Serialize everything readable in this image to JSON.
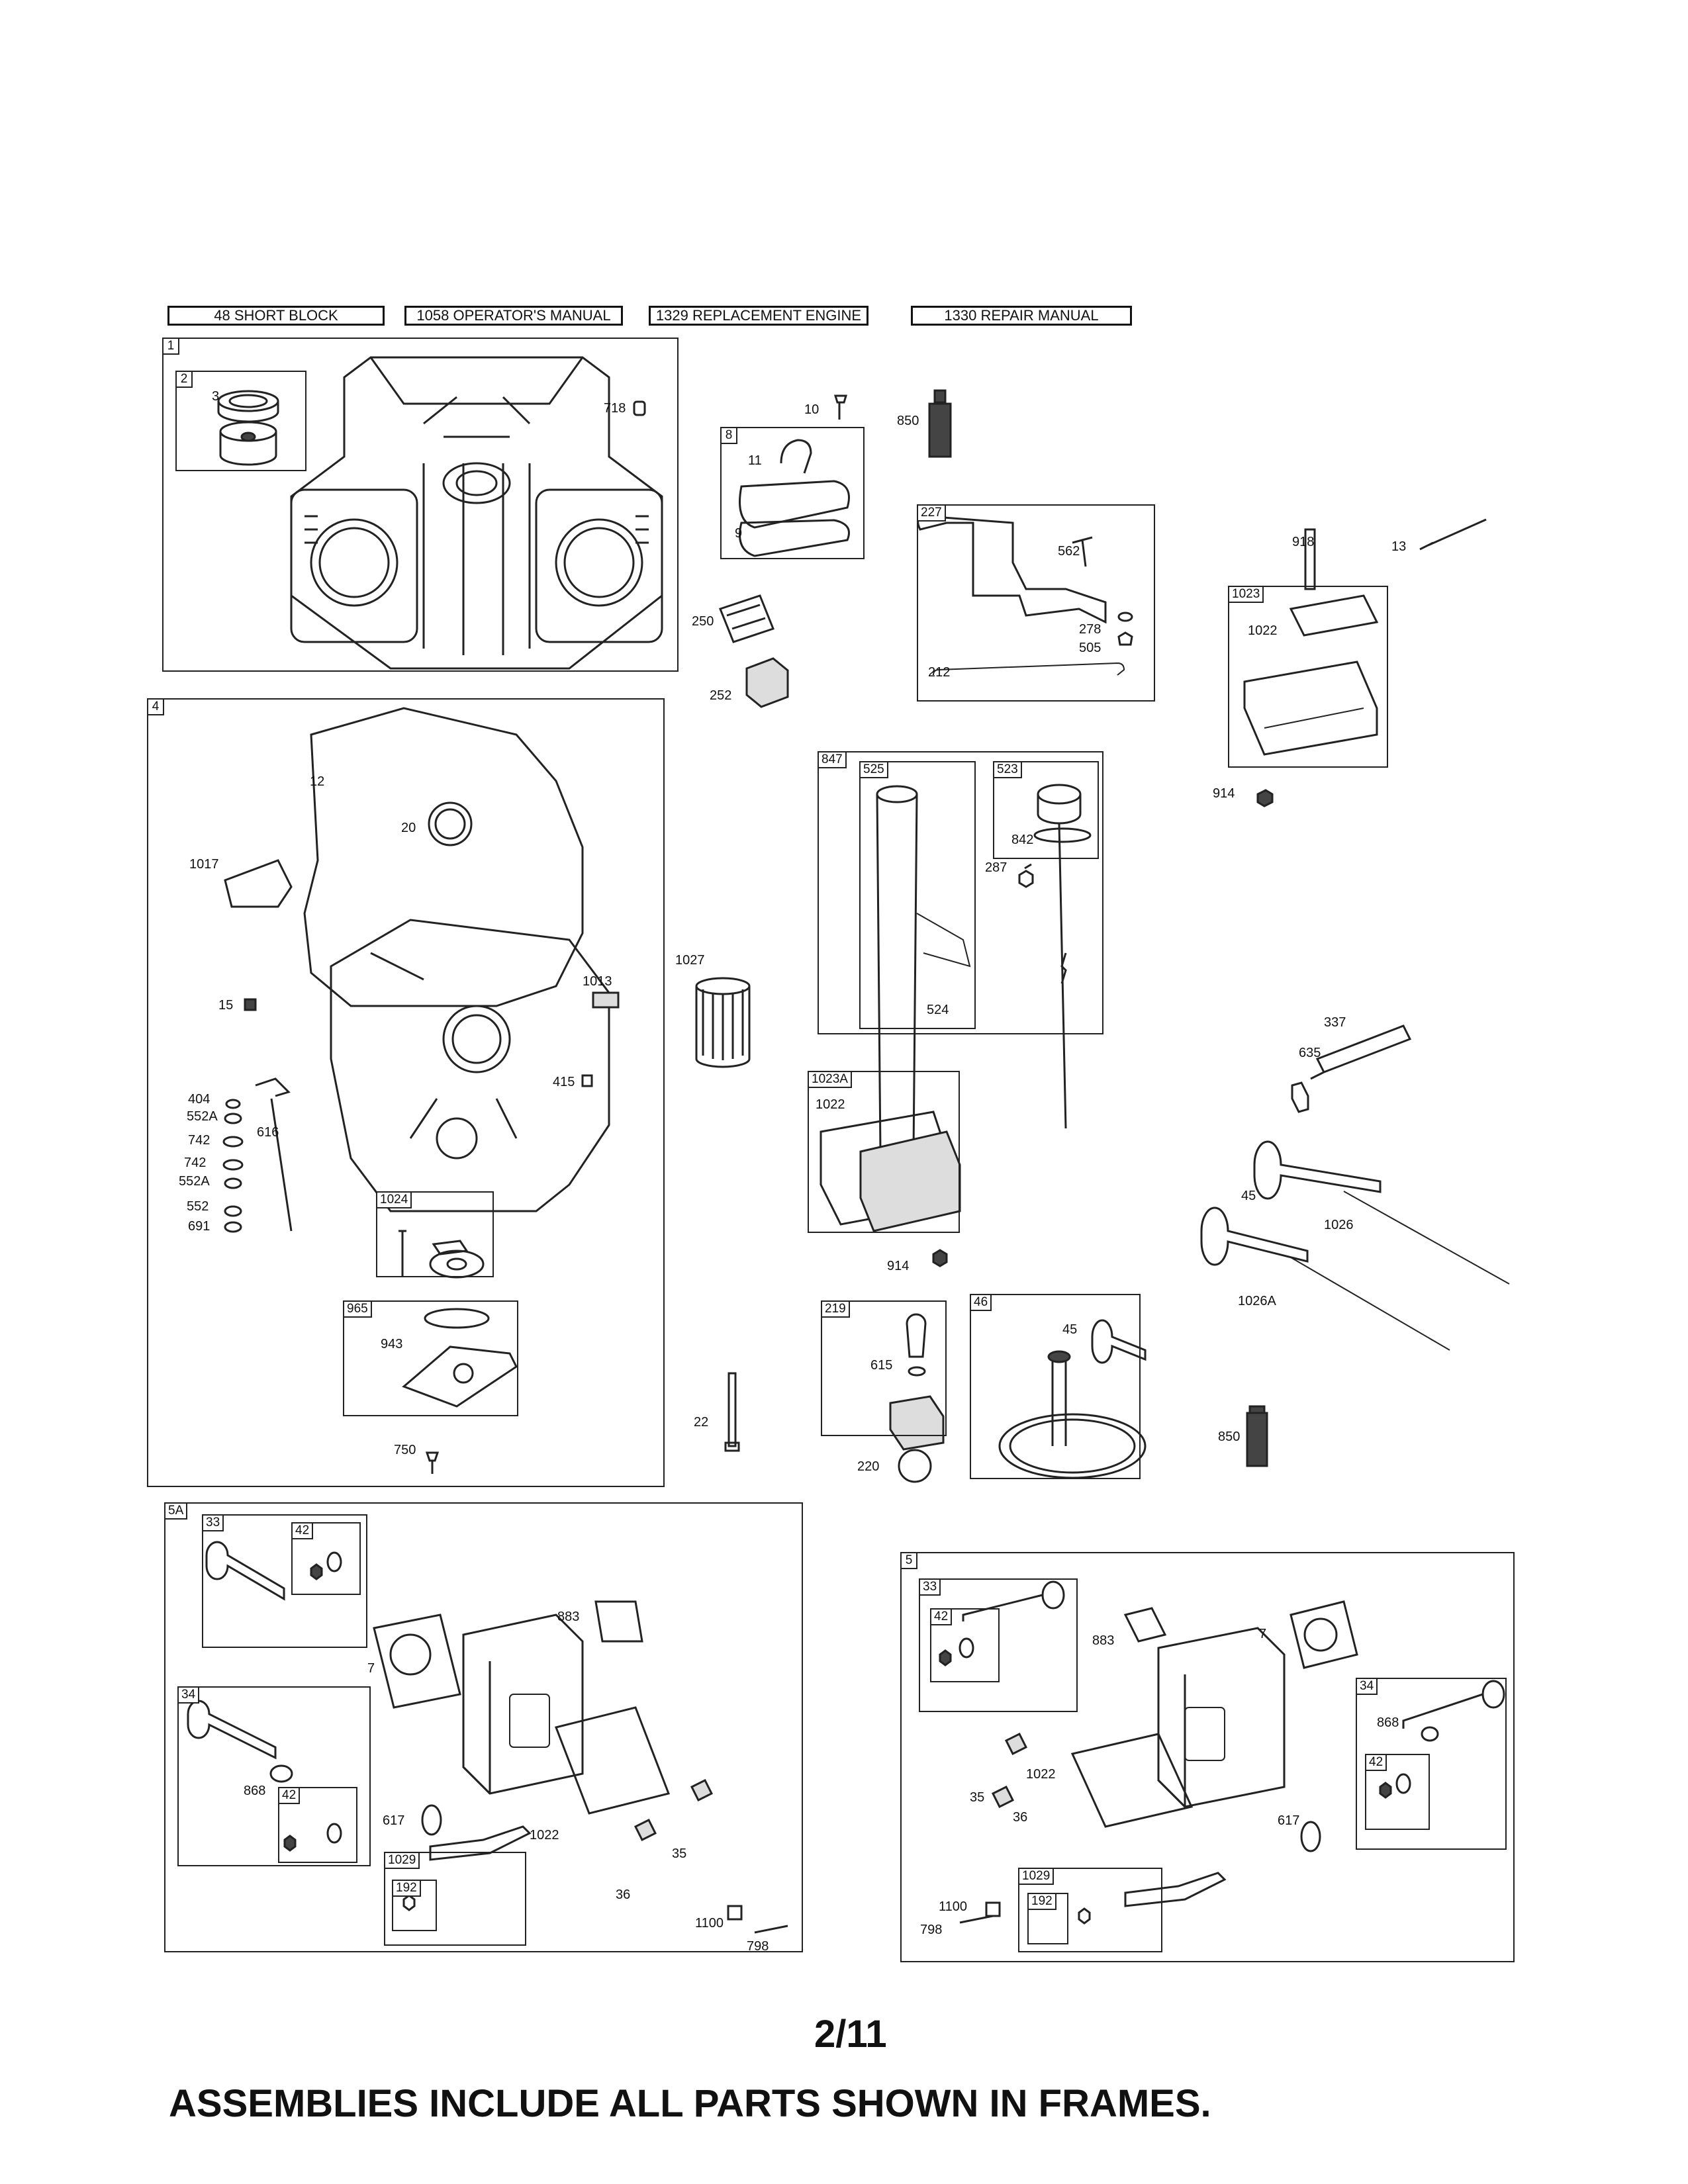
{
  "header": {
    "short_block": "48 SHORT BLOCK",
    "operators_manual": "1058 OPERATOR'S MANUAL",
    "replacement_engine": "1329 REPLACEMENT ENGINE",
    "repair_manual": "1330 REPAIR MANUAL"
  },
  "frames": {
    "f1": "1",
    "f2": "2",
    "f4": "4",
    "f8": "8",
    "f227": "227",
    "f1023": "1023",
    "f847": "847",
    "f525": "525",
    "f523": "523",
    "f1023a": "1023A",
    "f1024": "1024",
    "f965": "965",
    "f219": "219",
    "f46": "46",
    "f5a": "5A",
    "f33a": "33",
    "f42a": "42",
    "f34a": "34",
    "f42b": "42",
    "f1029a": "1029",
    "f192a": "192",
    "f5": "5",
    "f33b": "33",
    "f42c": "42",
    "f34b": "34",
    "f42d": "42",
    "f1029b": "1029",
    "f192b": "192"
  },
  "parts": {
    "p3": "3",
    "p718": "718",
    "p10": "10",
    "p850a": "850",
    "p11": "11",
    "p9": "9",
    "p562": "562",
    "p278": "278",
    "p505": "505",
    "p212": "212",
    "p918": "918",
    "p13": "13",
    "p1022a": "1022",
    "p914a": "914",
    "p250": "250",
    "p252": "252",
    "p12": "12",
    "p20": "20",
    "p1017": "1017",
    "p1027": "1027",
    "p1013": "1013",
    "p15": "15",
    "p415": "415",
    "p404": "404",
    "p552a1": "552A",
    "p742a": "742",
    "p742b": "742",
    "p552a2": "552A",
    "p552": "552",
    "p691": "691",
    "p616": "616",
    "p943": "943",
    "p750": "750",
    "p22": "22",
    "p842": "842",
    "p287": "287",
    "p524": "524",
    "p1022b": "1022",
    "p914b": "914",
    "p337": "337",
    "p635": "635",
    "p45a": "45",
    "p1026": "1026",
    "p1026a": "1026A",
    "p615": "615",
    "p220": "220",
    "p45b": "45",
    "p850b": "850",
    "p883a": "883",
    "p7a": "7",
    "p868a": "868",
    "p617a": "617",
    "p1022c": "1022",
    "p35a": "35",
    "p36a": "36",
    "p1100a": "1100",
    "p798a": "798",
    "p883b": "883",
    "p7b": "7",
    "p868b": "868",
    "p1022d": "1022",
    "p35b": "35",
    "p36b": "36",
    "p617b": "617",
    "p1100b": "1100",
    "p798b": "798"
  },
  "page_number": "2/11",
  "footer_note": "ASSEMBLIES INCLUDE ALL PARTS SHOWN IN FRAMES."
}
